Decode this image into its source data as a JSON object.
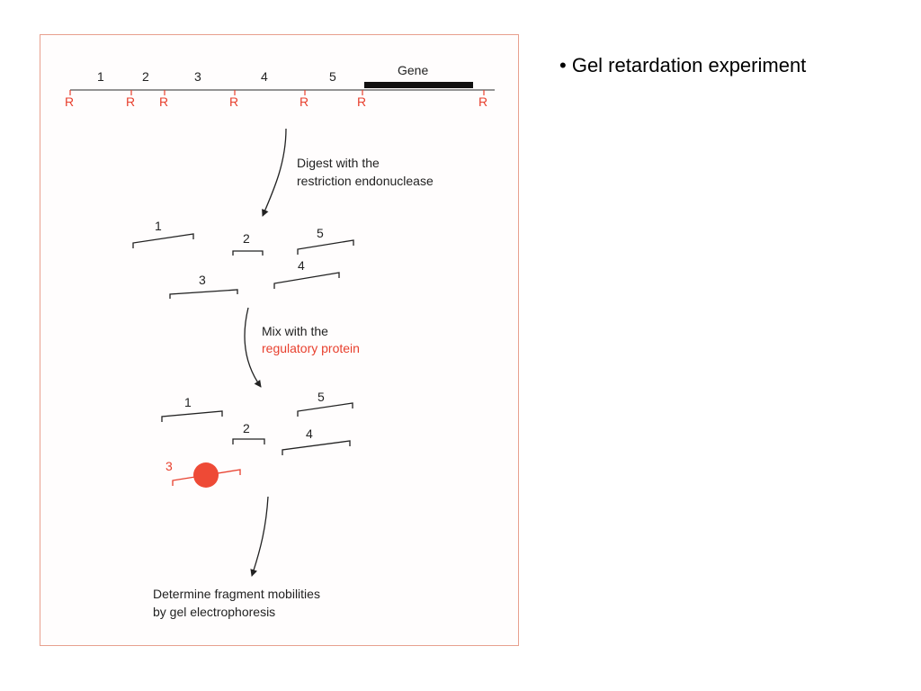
{
  "slide": {
    "bullet_marker": "•",
    "bullet_text": "Gel retardation experiment"
  },
  "figure": {
    "map": {
      "fragment_labels": [
        "1",
        "2",
        "3",
        "4",
        "5"
      ],
      "gene_label": "Gene",
      "site_label": "R"
    },
    "step1": {
      "line1": "Digest with the",
      "line2": "restriction endonuclease"
    },
    "digest_fragments": [
      "1",
      "2",
      "3",
      "4",
      "5"
    ],
    "step2": {
      "line1": "Mix with the",
      "line2": "regulatory protein"
    },
    "mixed_fragments": [
      "1",
      "2",
      "3",
      "4",
      "5"
    ],
    "step3": {
      "line1": "Determine fragment mobilities",
      "line2": "by gel electrophoresis"
    }
  },
  "colors": {
    "accent_red": "#e8402e",
    "frame_border": "#e8a08e",
    "ink": "#222222"
  }
}
